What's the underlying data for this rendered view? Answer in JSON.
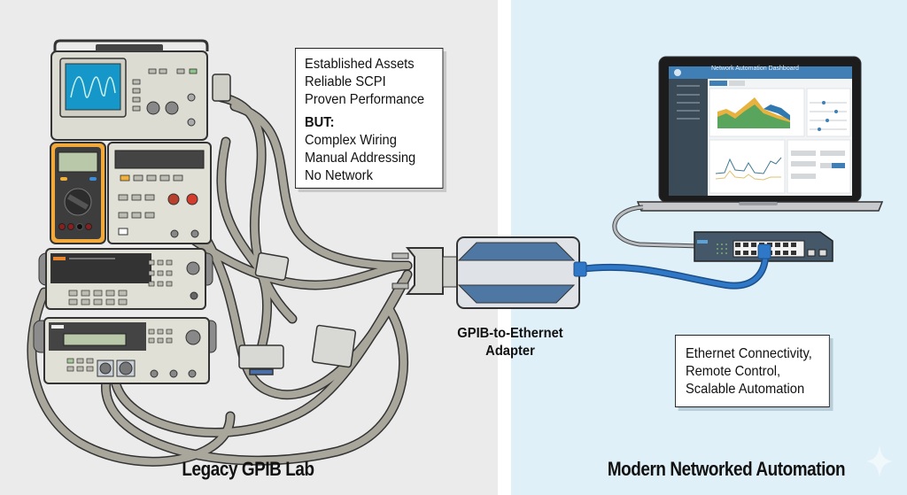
{
  "panels": {
    "left": {
      "label": "Legacy GPIB Lab",
      "background": "#ebebeb"
    },
    "right": {
      "label": "Modern Networked Automation",
      "background": "#dff0f8"
    }
  },
  "notes": {
    "legacy": {
      "pros": [
        "Established Assets",
        "Reliable SCPI",
        "Proven Performance"
      ],
      "but_label": "BUT:",
      "cons": [
        "Complex Wiring",
        "Manual Addressing",
        "No Network"
      ]
    },
    "modern": {
      "lines": [
        "Ethernet Connectivity,",
        "Remote Control,",
        "Scalable Automation"
      ]
    }
  },
  "adapter": {
    "label_line1": "GPIB-to-Ethernet",
    "label_line2": "Adapter",
    "body_color": "#dfe3e8",
    "accent_color": "#4f77a3"
  },
  "laptop": {
    "dashboard_title": "Network Automation Dashboard",
    "header_color": "#3f7fb5",
    "sidebar_color": "#3b4a57"
  },
  "network": {
    "switch_color": "#45586a",
    "ethernet_cable_color": "#2f78c8",
    "laptop_cable_color": "#b8bcc0"
  },
  "equipment": [
    {
      "name": "oscilloscope",
      "screen_color": "#1597c9"
    },
    {
      "name": "handheld-multimeter",
      "case_color": "#f0a93a"
    },
    {
      "name": "bench-multimeter"
    },
    {
      "name": "function-generator"
    },
    {
      "name": "power-supply"
    }
  ],
  "cable_color": "#a9a69b"
}
